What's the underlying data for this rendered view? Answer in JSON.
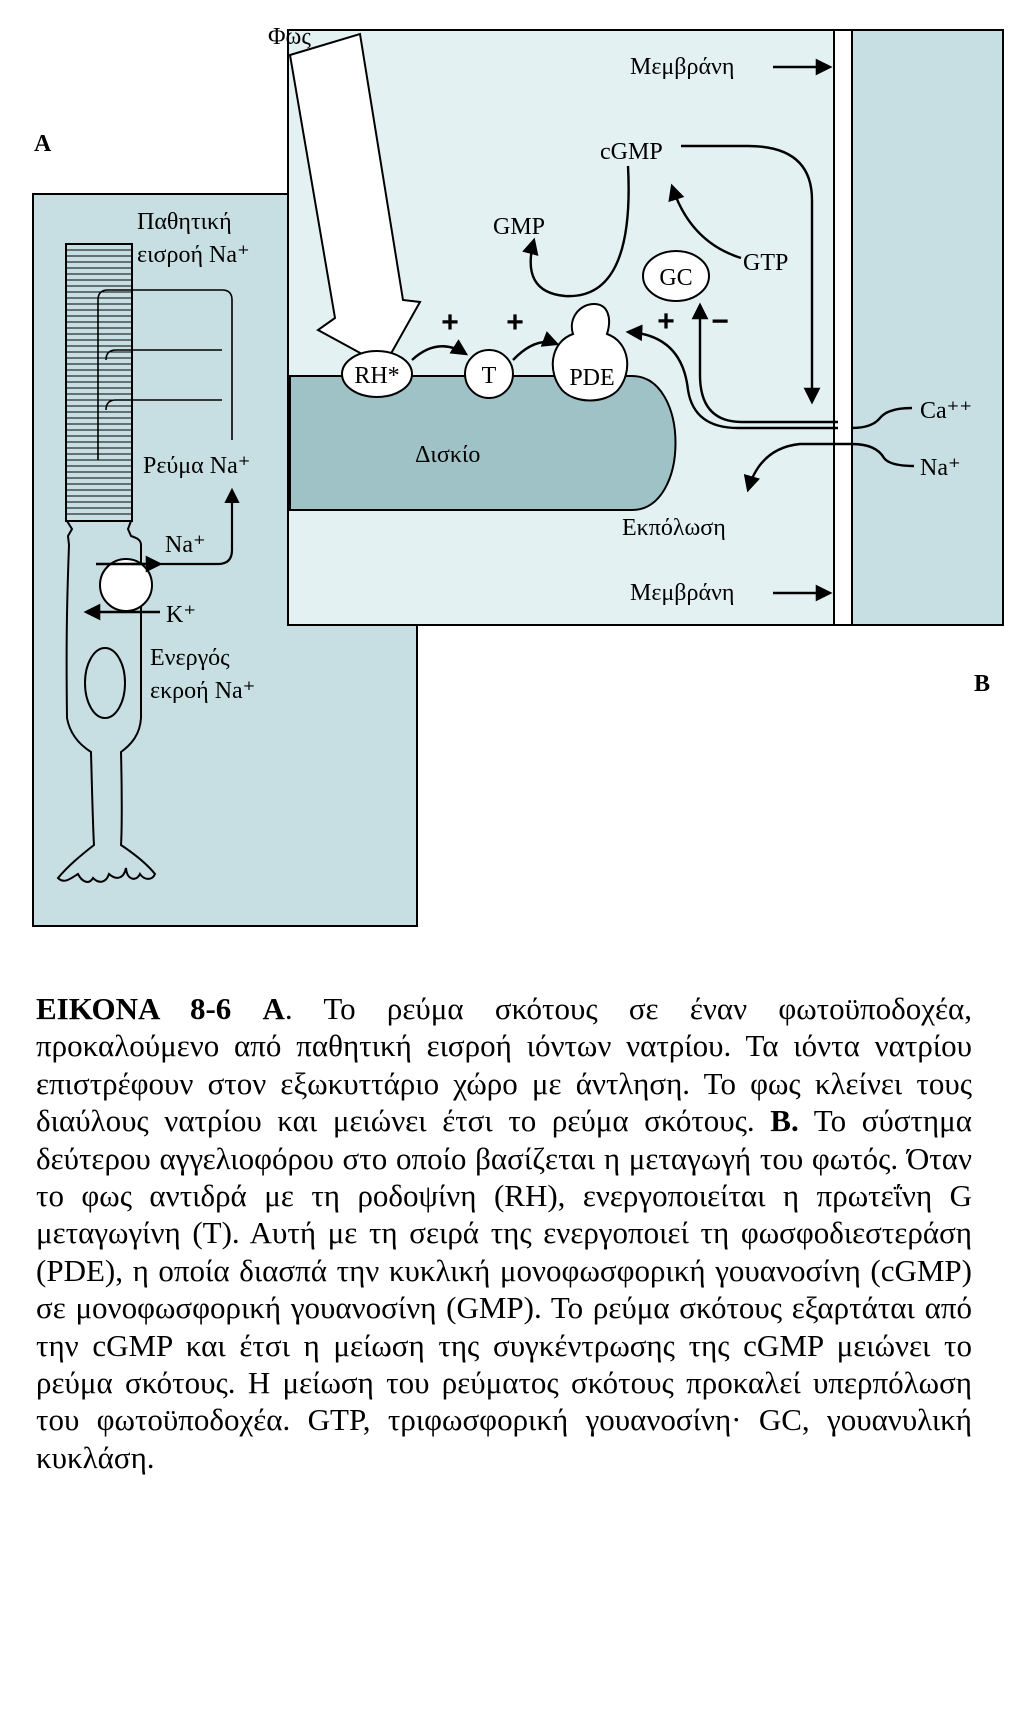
{
  "panel_a": {
    "letter": "A",
    "passive_influx": [
      "Παθητική",
      "εισροή Na⁺"
    ],
    "na_current": "Ρεύμα Na⁺",
    "na_label": "Na⁺",
    "k_label": "K⁺",
    "active_efflux": [
      "Ενεργός",
      "εκροή  Na⁺"
    ]
  },
  "panel_b": {
    "letter": "B",
    "light": "Φως",
    "membrane_top": "Μεμβράνη",
    "membrane_bottom": "Μεμβράνη",
    "cgmp": "cGMP",
    "gmp": "GMP",
    "gtp": "GTP",
    "gc": "GC",
    "rh": "RH*",
    "t": "T",
    "pde": "PDE",
    "disc": "Δισκίο",
    "ca": "Ca⁺⁺",
    "na": "Na⁺",
    "depolarization": "Εκπόλωση",
    "plus": "+",
    "minus": "−"
  },
  "caption": {
    "title": "ΕΙΚΟΝΑ 8-6",
    "a_marker": "Α",
    "text_a": ". Το ρεύμα σκότους σε έναν φωτοϋποδοχέα, προκαλούμενο από παθητική εισροή ιόντων νατρίου. Τα ιόντα νατρίου επιστρέφουν στον εξωκυττάριο χώρο με άντληση. Το φως κλείνει τους διαύλους νατρίου και μειώνει έτσι το ρεύμα σκότους. ",
    "b_marker": "Β.",
    "text_b": " Το σύστημα δεύτερου αγγελιοφόρου στο οποίο βασίζεται η μεταγωγή του φωτός. Όταν το φως αντιδρά με τη ροδοψίνη (RH), ενεργοποιείται η πρωτεΐνη G μεταγωγίνη (T). Αυτή με τη σειρά της ενεργοποιεί τη φωσφοδιεστεράση (PDE), η οποία διασπά την κυκλική μονοφωσφορική γουανοσίνη (cGMP) σε μονοφωσφορική γουανοσίνη (GMP). Το ρεύμα σκότους εξαρτάται από την cGMP και έτσι η μείωση της συγκέντρωσης της cGMP μειώνει το ρεύμα σκότους. Η μείωση του ρεύματος σκότους προκαλεί υπερπόλωση του φωτοϋποδοχέα. GTP, τριφωσφορική γουανοσίνη· GC, γουανυλική κυκλάση."
  },
  "colors": {
    "panel_fill": "#c7dfe3",
    "light_fill": "#e4f1f3",
    "disc_fill": "#9ec2c5",
    "membrane_fill": "#bfdadf"
  }
}
